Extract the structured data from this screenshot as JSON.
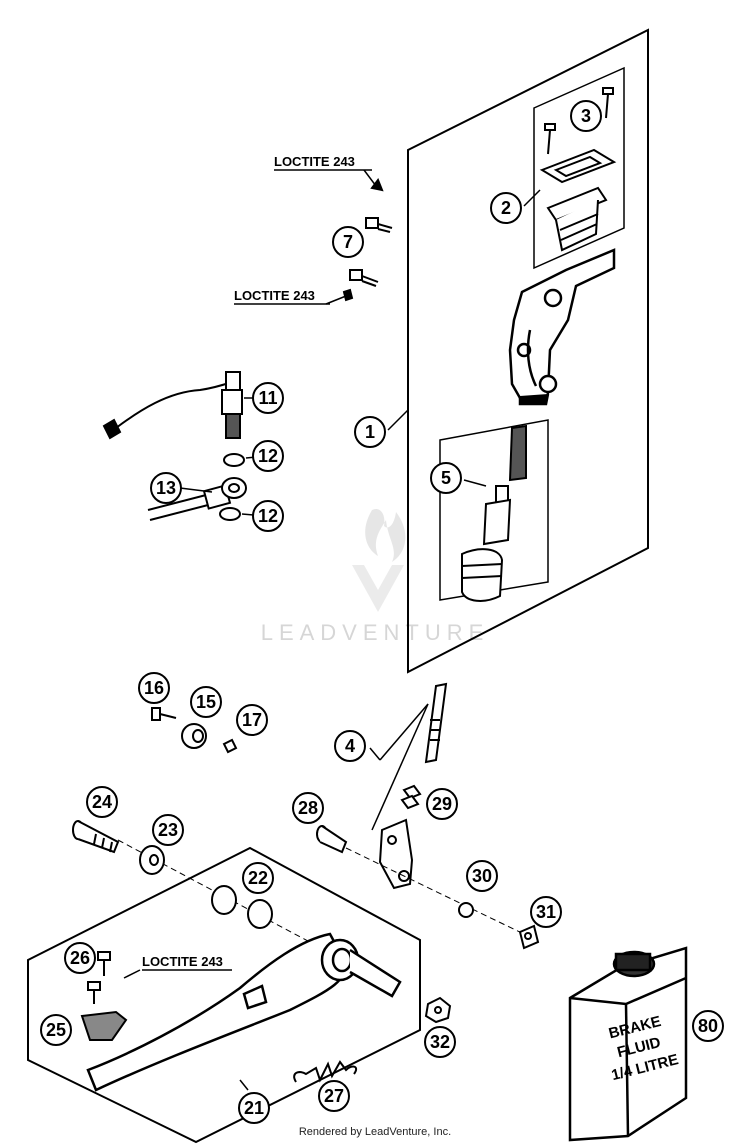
{
  "callouts": [
    {
      "id": "c1",
      "label": "1"
    },
    {
      "id": "c2",
      "label": "2"
    },
    {
      "id": "c3",
      "label": "3"
    },
    {
      "id": "c4",
      "label": "4"
    },
    {
      "id": "c5",
      "label": "5"
    },
    {
      "id": "c7",
      "label": "7"
    },
    {
      "id": "c11",
      "label": "11"
    },
    {
      "id": "c12a",
      "label": "12"
    },
    {
      "id": "c12b",
      "label": "12"
    },
    {
      "id": "c13",
      "label": "13"
    },
    {
      "id": "c15",
      "label": "15"
    },
    {
      "id": "c16",
      "label": "16"
    },
    {
      "id": "c17",
      "label": "17"
    },
    {
      "id": "c21",
      "label": "21"
    },
    {
      "id": "c22",
      "label": "22"
    },
    {
      "id": "c23",
      "label": "23"
    },
    {
      "id": "c24",
      "label": "24"
    },
    {
      "id": "c25",
      "label": "25"
    },
    {
      "id": "c26",
      "label": "26"
    },
    {
      "id": "c27",
      "label": "27"
    },
    {
      "id": "c28",
      "label": "28"
    },
    {
      "id": "c29",
      "label": "29"
    },
    {
      "id": "c30",
      "label": "30"
    },
    {
      "id": "c31",
      "label": "31"
    },
    {
      "id": "c32",
      "label": "32"
    },
    {
      "id": "c80",
      "label": "80"
    }
  ],
  "loctite_labels": [
    "LOCTITE 243",
    "LOCTITE 243",
    "LOCTITE 243"
  ],
  "fluid_can": {
    "line1": "BRAKE",
    "line2": "FLUID",
    "line3": "1/4 LITRE"
  },
  "watermark": "LEADVENTURE",
  "footer": "Rendered by LeadVenture, Inc."
}
